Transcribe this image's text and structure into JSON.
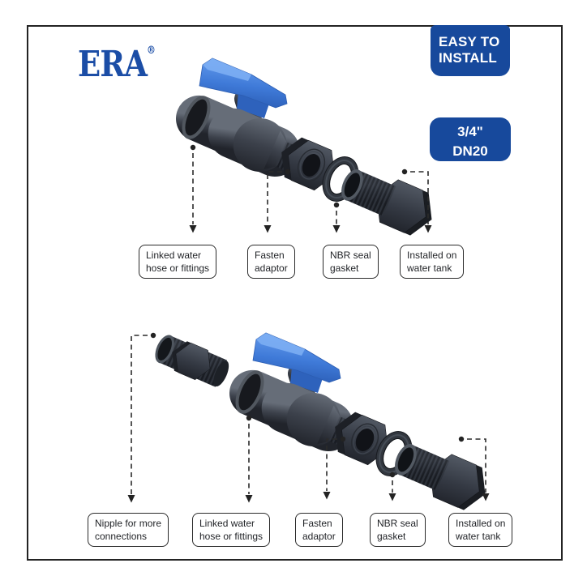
{
  "brand": {
    "name": "ERA",
    "trademark": "®"
  },
  "badges": {
    "install": {
      "line1": "EASY TO",
      "line2": "INSTALL"
    },
    "size": {
      "line1": "3/4\"",
      "line2": "DN20"
    }
  },
  "top_diagram": {
    "labels": [
      {
        "text": "Linked water\nhose or fittings"
      },
      {
        "text": "Fasten\nadaptor"
      },
      {
        "text": "NBR seal\ngasket"
      },
      {
        "text": "Installed on\nwater tank"
      }
    ]
  },
  "bottom_diagram": {
    "labels": [
      {
        "text": "Nipple for more\nconnections"
      },
      {
        "text": "Linked water\nhose or fittings"
      },
      {
        "text": "Fasten\nadaptor"
      },
      {
        "text": "NBR seal\ngasket"
      },
      {
        "text": "Installed on\nwater tank"
      }
    ]
  },
  "parts": {
    "valve": "pvc-ball-valve",
    "handle": "blue-butterfly-handle",
    "nut": "fasten-adaptor-nut",
    "gasket": "nbr-seal-gasket",
    "adaptor": "water-tank-adaptor",
    "nipple": "connection-nipple"
  },
  "colors": {
    "badge_blue": "#17499C",
    "logo_blue": "#1B4DA6",
    "handle_blue": "#4180DB",
    "body_gray": "#383D46",
    "line_dark": "#2B2B2B"
  }
}
